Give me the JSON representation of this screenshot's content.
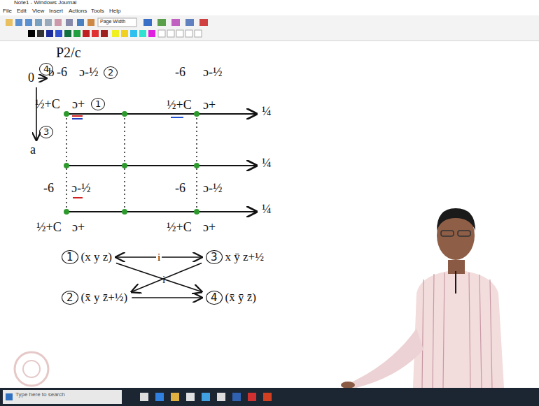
{
  "diagram": {
    "nodes": [
      {
        "text": [
          "1",
          "(x y z)"
        ]
      },
      {
        "text": [
          "3",
          "x ȳ z+½"
        ]
      },
      {
        "text": [
          "2",
          "(x̄ y z̄+½)"
        ]
      },
      {
        "text": [
          "4",
          "(x̄ ȳ z̄)"
        ]
      }
    ],
    "edges": [
      {
        "from": 0,
        "to": 1,
        "arrow": "both",
        "label": "i"
      },
      {
        "from": 1,
        "to": 2,
        "arrow": "to"
      },
      {
        "from": 0,
        "to": 3,
        "arrow": "to"
      },
      {
        "from": 2,
        "to": 3,
        "arrow": "to"
      }
    ],
    "labels": [
      "Note1 - Windows Journal",
      "File",
      "Edit",
      "View",
      "Insert",
      "Actions",
      "Tools",
      "Help",
      "Page Width",
      "P2/c",
      "4",
      "0",
      "b",
      "-6",
      "ɔ-½",
      "2",
      "-6",
      "ɔ-½",
      "¼",
      "½+C",
      "ɔ+",
      "1",
      "½+C",
      "ɔ+",
      "3",
      "a",
      "¼",
      "-6",
      "ɔ-½",
      "-6",
      "ɔ-½",
      "¼",
      "½+C",
      "ɔ+",
      "½+C",
      "ɔ+",
      "i",
      "Type here to search"
    ]
  }
}
